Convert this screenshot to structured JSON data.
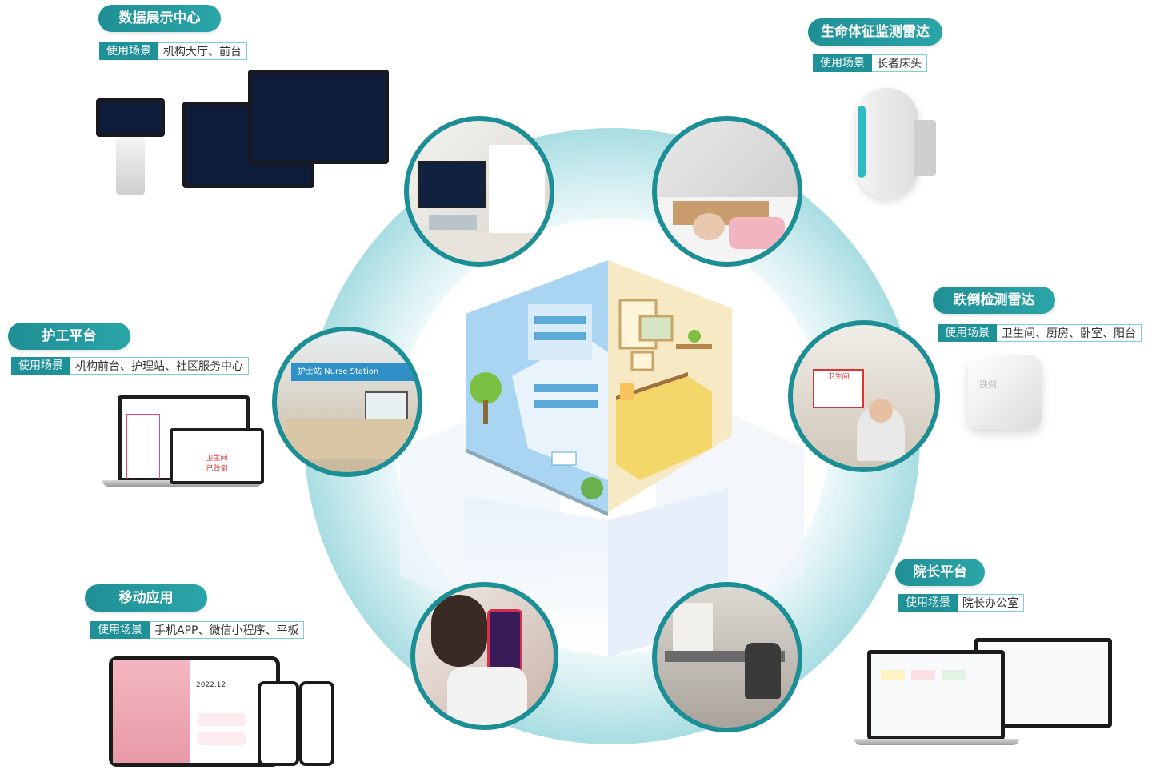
{
  "panels": {
    "data_center": {
      "title": "数据展示中心",
      "tag": "使用场景",
      "scene": "机构大厅、前台"
    },
    "vital_radar": {
      "title": "生命体征监测雷达",
      "tag": "使用场景",
      "scene": "长者床头"
    },
    "care_platform": {
      "title": "护工平台",
      "tag": "使用场景",
      "scene": "机构前台、护理站、社区服务中心"
    },
    "fall_radar": {
      "title": "跌倒检测雷达",
      "tag": "使用场景",
      "scene": "卫生间、厨房、卧室、阳台"
    },
    "mobile_app": {
      "title": "移动应用",
      "tag": "使用场景",
      "scene": "手机APP、微信小程序、平板"
    },
    "director_platform": {
      "title": "院长平台",
      "tag": "使用场景",
      "scene": "院长办公室"
    }
  },
  "screens": {
    "nurse_station_sign": "护士站 Nurse Station",
    "fall_alert_text": "卫生间",
    "fall_alert_sub": "已跌倒",
    "tablet_date": "2022.12",
    "fall_device_logo": "跌倒"
  },
  "colors": {
    "accent": "#1c8f96",
    "ring": "#bfe6ea",
    "pill": "#2aa5a8"
  }
}
